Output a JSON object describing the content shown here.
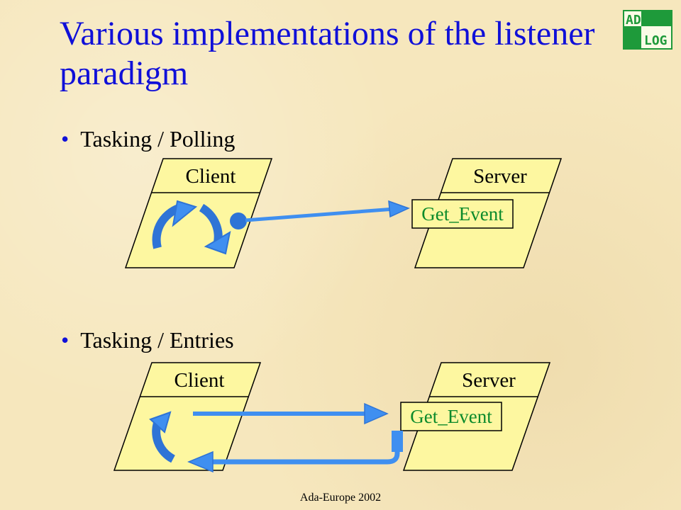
{
  "slide": {
    "title": "Various implementations of the listener paradigm",
    "footer": "Ada-Europe 2002"
  },
  "logo": {
    "line1": "ADA",
    "line2": "LOG"
  },
  "bullets": [
    {
      "text": "Tasking / Polling"
    },
    {
      "text": "Tasking / Entries"
    }
  ],
  "diagrams": [
    {
      "client_label": "Client",
      "server_label": "Server",
      "event_label": "Get_Event"
    },
    {
      "client_label": "Client",
      "server_label": "Server",
      "event_label": "Get_Event"
    }
  ],
  "colors": {
    "title": "#1010d8",
    "box_fill": "#fdf7a0",
    "arrow": "#3f8ff0",
    "event_text": "#0b8a2b",
    "logo_green": "#1e9a3a"
  }
}
